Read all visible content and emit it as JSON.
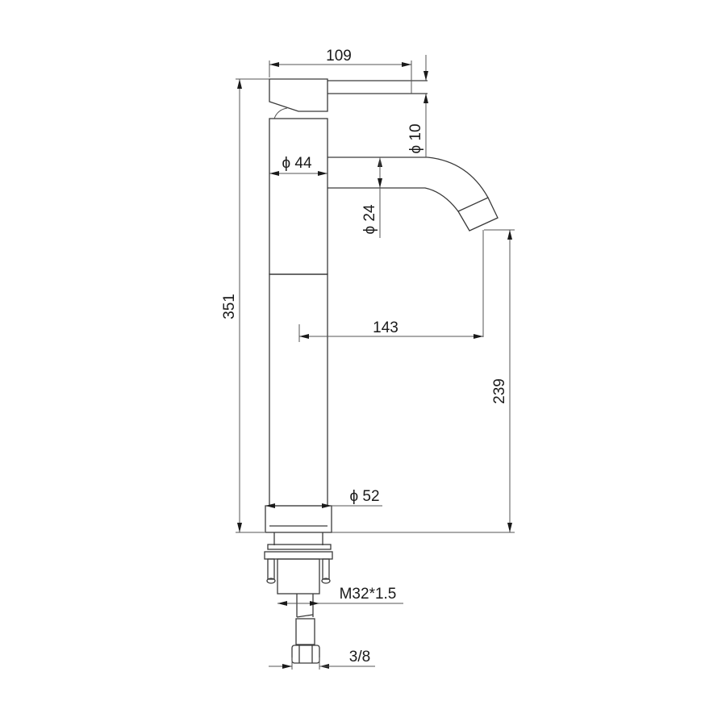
{
  "drawing": {
    "subject": "Tall basin mixer faucet - dimension drawing",
    "line_color": "#3a3a3a",
    "background": "#ffffff",
    "dimensions": {
      "lever_length": "109",
      "lever_diameter": "ϕ 10",
      "body_diameter": "ϕ 44",
      "spout_diameter": "ϕ 24",
      "spout_reach": "143",
      "overall_height": "351",
      "spout_height": "239",
      "base_diameter": "ϕ 52",
      "thread": "M32*1.5",
      "hose_connection": "3/8"
    }
  }
}
